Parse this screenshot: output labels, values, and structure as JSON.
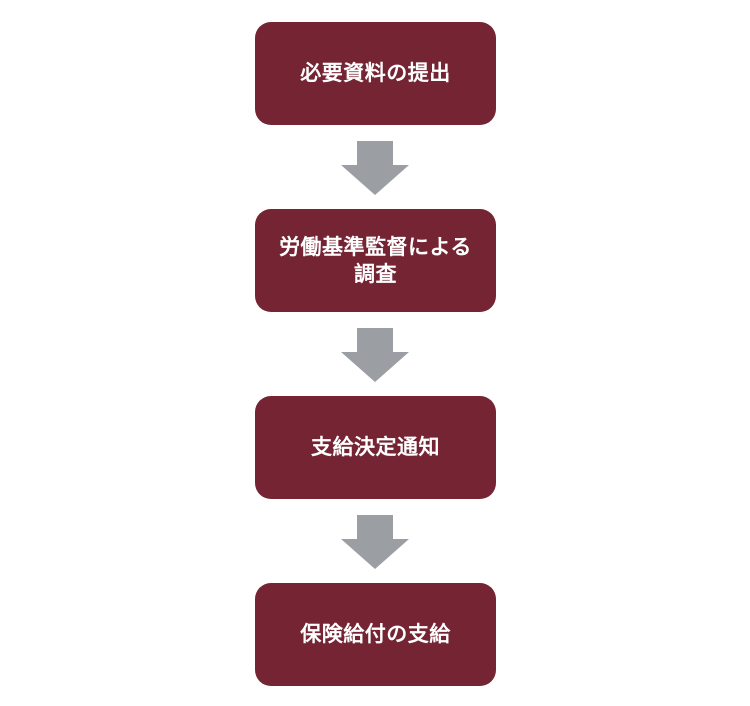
{
  "colors": {
    "step_fill": "#742433",
    "step_text": "#ffffff",
    "arrow_fill": "#9b9fa3",
    "background": "#ffffff"
  },
  "steps": [
    {
      "label": "必要資料の提出"
    },
    {
      "label": "労働基準監督による調査"
    },
    {
      "label": "支給決定通知"
    },
    {
      "label": "保険給付の支給"
    }
  ],
  "arrows": [
    {
      "icon": "arrow-down-icon"
    },
    {
      "icon": "arrow-down-icon"
    },
    {
      "icon": "arrow-down-icon"
    }
  ]
}
